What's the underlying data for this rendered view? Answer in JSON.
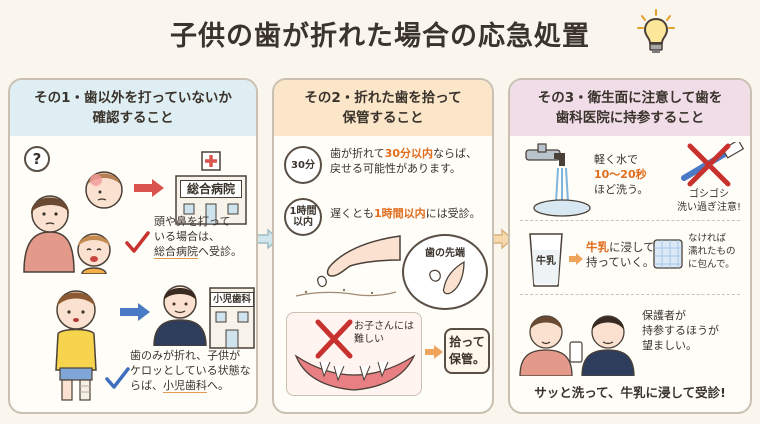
{
  "title": "子供の歯が折れた場合の応急処置",
  "icons": {
    "bulb": "lightbulb-icon",
    "check": "checkmark-icon",
    "cross": "cross-icon"
  },
  "colors": {
    "accent": "#e06c1c",
    "panel1": "#dfeef2",
    "panel2": "#fbe6c9",
    "panel3": "#f0dde8",
    "arrow": "#d9534f",
    "check": "#c8322e"
  },
  "panel1": {
    "heading_line1": "その1・歯以外を打っていないか",
    "heading_line2": "確認すること",
    "question_mark": "?",
    "hospital_sign": "総合病院",
    "head_text_line1": "頭や鼻を打って",
    "head_text_line2": "いる場合は、",
    "head_text_hl": "総合病院",
    "head_text_tail": "へ受診。",
    "clinic_sign": "小児歯科",
    "tooth_text_line1": "歯のみが折れ、子供が",
    "tooth_text_line2": "ケロッとしている状態な",
    "tooth_text_line3a": "らば、",
    "tooth_text_hl": "小児歯科",
    "tooth_text_tail": "へ。"
  },
  "panel2": {
    "heading_line1": "その2・折れた歯を拾って",
    "heading_line2": "保管すること",
    "badge1": "30分",
    "line1a": "歯が折れて",
    "line1_hl": "30分以内",
    "line1b": "ならば、",
    "line1c": "戻せる可能性があります。",
    "badge2_line1": "1時間",
    "badge2_line2": "以内",
    "line2a": "遅くとも",
    "line2_hl": "1時間以内",
    "line2b": "には受診。",
    "bubble_label": "歯の先端",
    "warn_line1": "お子さんには",
    "warn_line2": "難しい",
    "keep_line1": "拾って",
    "keep_line2": "保管。"
  },
  "panel3": {
    "heading_line1": "その3・衛生面に注意して歯を",
    "heading_line2": "歯科医院に持参すること",
    "wash_line1": "軽く水で",
    "wash_hl": "10〜20秒",
    "wash_line3": "ほど洗う。",
    "scrub_line1": "ゴシゴシ",
    "scrub_line2": "洗い過ぎ注意!",
    "milk_label": "牛乳",
    "milk_hl": "牛乳",
    "milk_line1b": "に浸して",
    "milk_line2": "持っていく。",
    "wrap_line1": "なければ",
    "wrap_line2": "濡れたもの",
    "wrap_line3": "に包んで。",
    "guardian_line1": "保護者が",
    "guardian_line2": "持参するほうが",
    "guardian_line3": "望ましい。",
    "summary": "サッと洗って、牛乳に浸して受診!"
  }
}
